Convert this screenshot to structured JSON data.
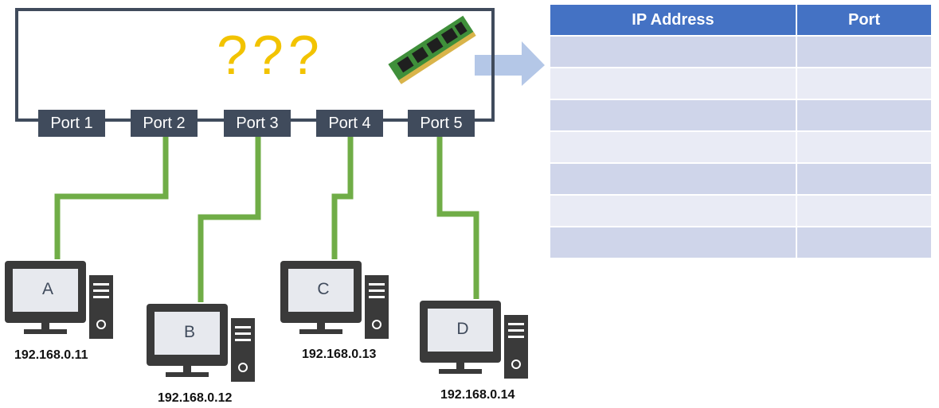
{
  "switch": {
    "unknown_marker": "???",
    "ports": [
      "Port 1",
      "Port 2",
      "Port 3",
      "Port 4",
      "Port 5"
    ]
  },
  "computers": [
    {
      "label": "A",
      "ip": "192.168.0.11"
    },
    {
      "label": "B",
      "ip": "192.168.0.12"
    },
    {
      "label": "C",
      "ip": "192.168.0.13"
    },
    {
      "label": "D",
      "ip": "192.168.0.14"
    }
  ],
  "mac_table": {
    "headers": [
      "IP Address",
      "Port"
    ],
    "rows": [
      [
        "",
        ""
      ],
      [
        "",
        ""
      ],
      [
        "",
        ""
      ],
      [
        "",
        ""
      ],
      [
        "",
        ""
      ],
      [
        "",
        ""
      ],
      [
        "",
        ""
      ]
    ]
  },
  "colors": {
    "switch": "#404b5c",
    "cable": "#70ad47",
    "question_marks": "#f2c300",
    "header": "#4472c4",
    "row_odd": "#cfd5ea",
    "row_even": "#e9ebf5",
    "arrow": "#b4c7e7",
    "icon": "#3a3a3a"
  }
}
